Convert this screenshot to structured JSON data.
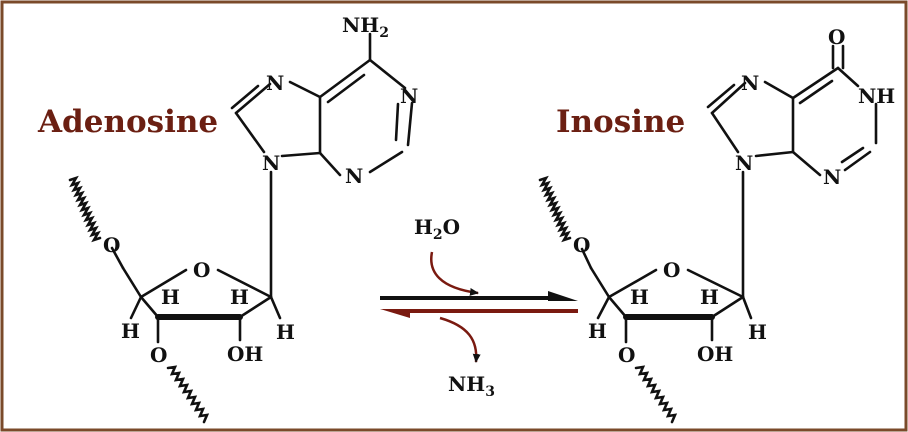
{
  "colors": {
    "border": "#7a4a2a",
    "bond": "#111111",
    "label": "#6b1f12",
    "arrow_reverse": "#7a1a10"
  },
  "adenosine": {
    "name": "Adenosine",
    "atoms": {
      "amine": "NH",
      "amine_sub": "2",
      "n1": "N",
      "n3": "N",
      "n7": "N",
      "n9": "N",
      "o_ring": "O",
      "o_5": "O",
      "o_3": "O",
      "h_a": "H",
      "h_b": "H",
      "h_c": "H",
      "h_d": "H",
      "oh": "OH"
    }
  },
  "inosine": {
    "name": "Inosine",
    "atoms": {
      "carbonyl": "O",
      "nh": "NH",
      "n3": "N",
      "n7": "N",
      "n9": "N",
      "o_ring": "O",
      "o_5": "O",
      "o_3": "O",
      "h_a": "H",
      "h_b": "H",
      "h_c": "H",
      "h_d": "H",
      "oh": "OH"
    }
  },
  "reaction": {
    "reagent_main": "H",
    "reagent_sub": "2",
    "reagent_tail": "O",
    "product_main": "NH",
    "product_sub": "3"
  }
}
